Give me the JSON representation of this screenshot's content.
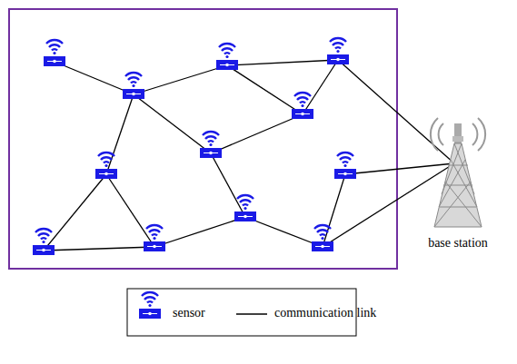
{
  "diagram": {
    "nodes": [
      {
        "text": [
          "base station"
        ]
      }
    ],
    "legend": [
      {
        "text": "sensor"
      },
      {
        "text": "communication link"
      }
    ]
  }
}
